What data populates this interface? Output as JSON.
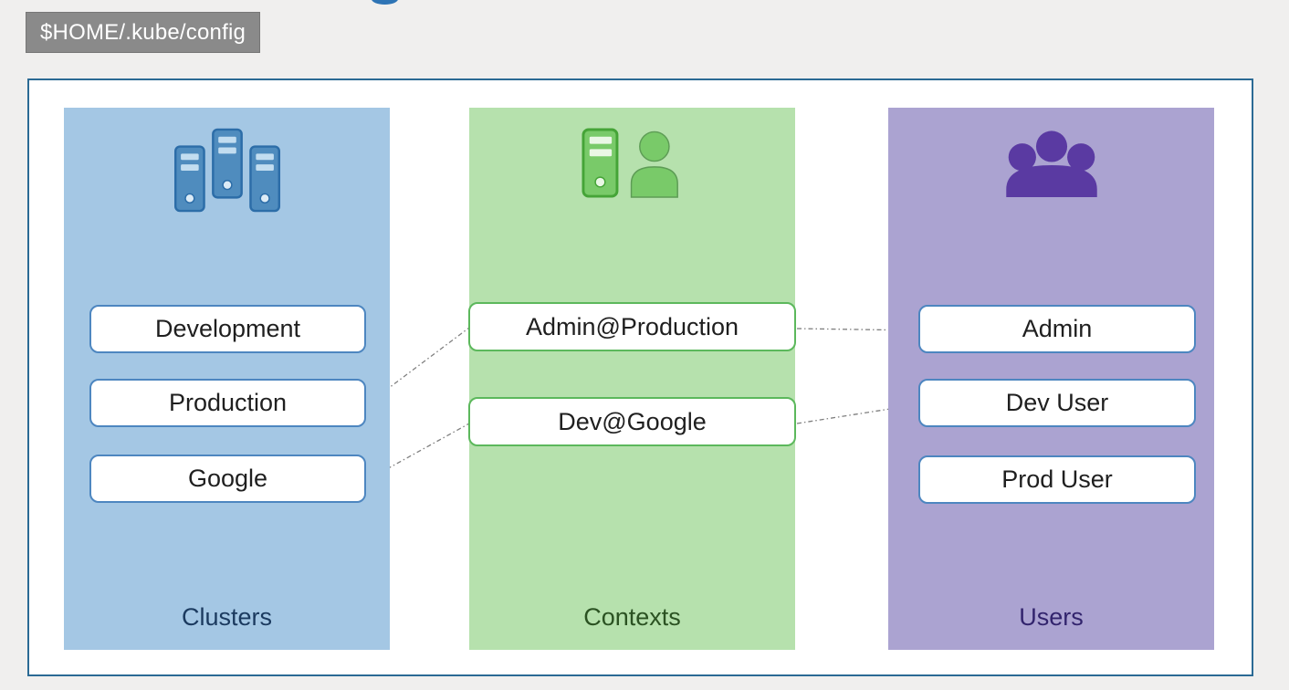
{
  "config_file_label": "$HOME/.kube/config",
  "columns": {
    "clusters": {
      "label": "Clusters",
      "icon": "servers-cluster-icon",
      "items": [
        "Development",
        "Production",
        "Google"
      ]
    },
    "contexts": {
      "label": "Contexts",
      "icon": "server-user-icon",
      "items": [
        "Admin@Production",
        "Dev@Google"
      ]
    },
    "users": {
      "label": "Users",
      "icon": "users-group-icon",
      "items": [
        "Admin",
        "Dev User",
        "Prod User"
      ]
    }
  },
  "connections": [
    {
      "from": "Production",
      "to": "Admin@Production"
    },
    {
      "from": "Google",
      "to": "Dev@Google"
    },
    {
      "from": "Admin@Production",
      "to": "Admin"
    },
    {
      "from": "Dev@Google",
      "to": "Dev User"
    }
  ],
  "colors": {
    "page_background": "#f0efee",
    "outer_border": "#2b6a94",
    "config_label_bg": "#8a8a8a",
    "config_label_text": "#ffffff",
    "clusters_bg": "#a4c7e4",
    "contexts_bg": "#b6e1ad",
    "users_bg": "#aba3d1",
    "cluster_box_border": "#4d86c0",
    "context_box_border": "#5cb85c",
    "user_box_border": "#4d86c0",
    "clusters_label_color": "#1b3a5f",
    "contexts_label_color": "#2b5222",
    "users_label_color": "#32246d",
    "clusters_icon_color": "#4f8cbe",
    "contexts_icon_color": "#79ca69",
    "users_icon_color": "#5a3aa2",
    "connector_color": "#7f7f7f",
    "title_remnant_color": "#2e74b5"
  }
}
